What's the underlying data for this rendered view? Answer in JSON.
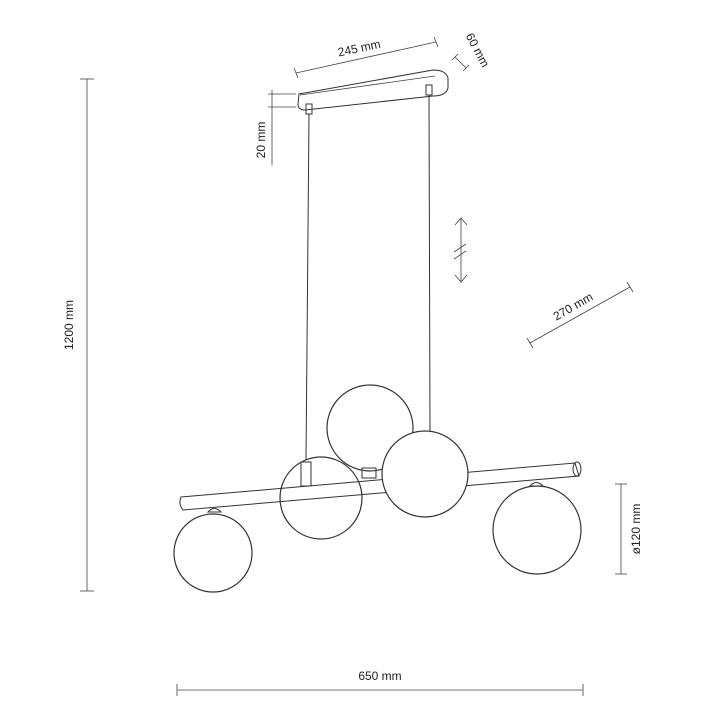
{
  "dimensions": {
    "canopy_length": "245 mm",
    "canopy_width": "60 mm",
    "canopy_height": "20 mm",
    "total_height": "1200 mm",
    "globe_diameter": "ø120 mm",
    "arm_length": "270 mm",
    "total_width": "650 mm"
  },
  "icons": {
    "adjustable_height": "adjustable-height-arrows-icon"
  }
}
